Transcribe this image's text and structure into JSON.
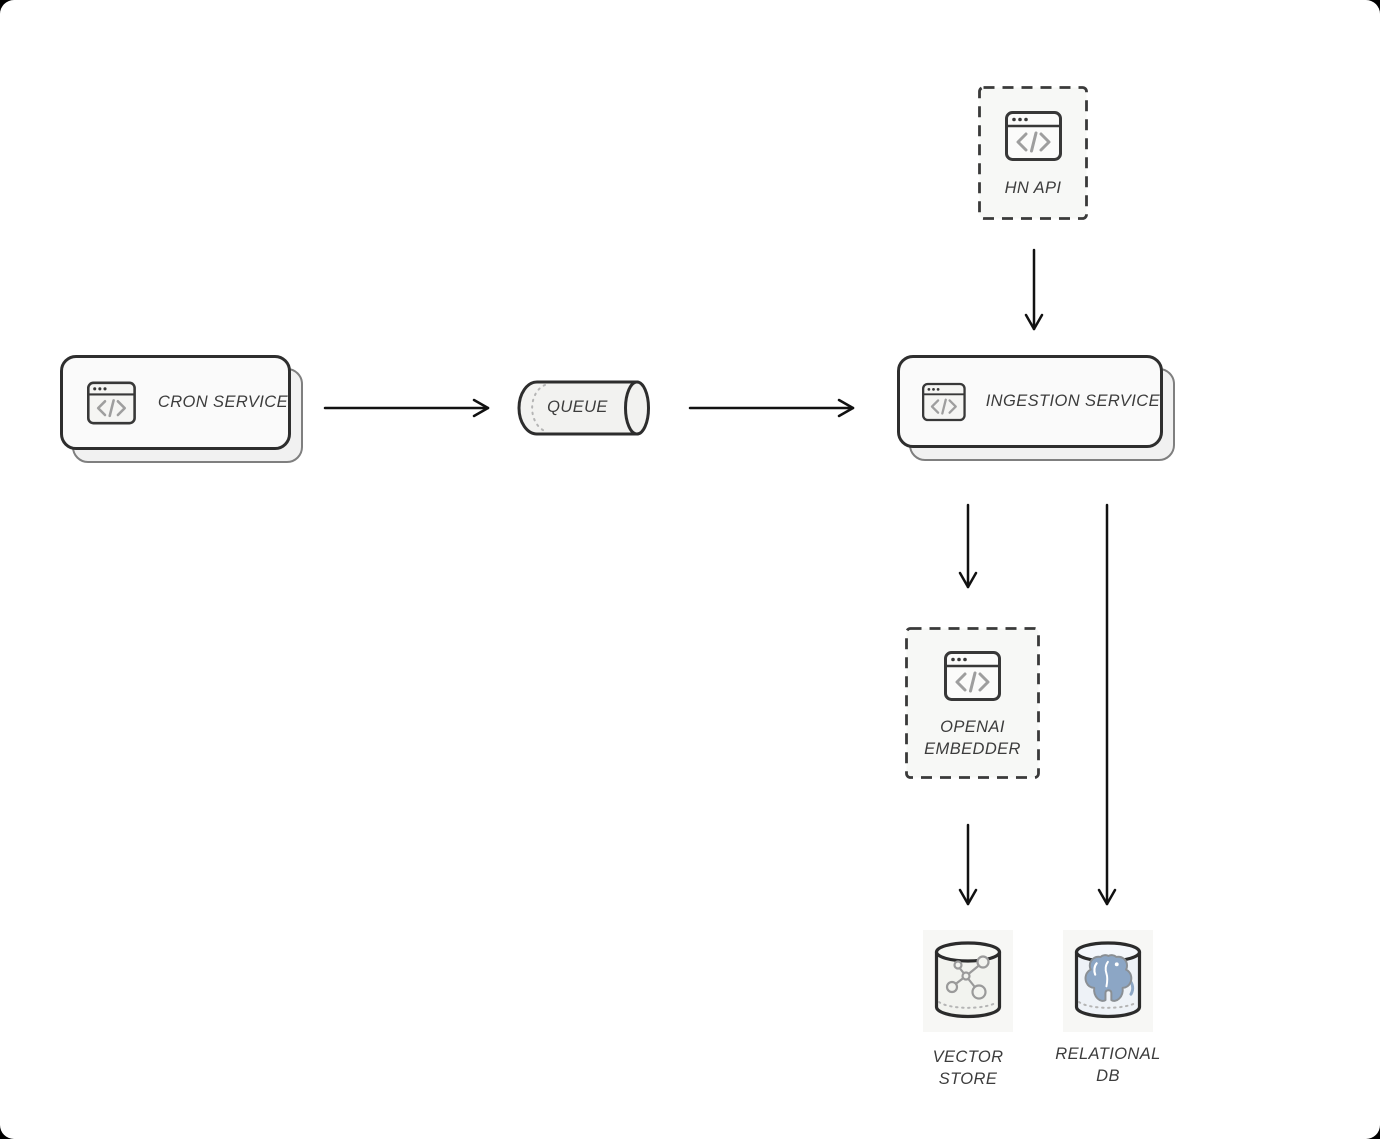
{
  "diagram": {
    "nodes": {
      "cron_service": {
        "label": "CRON SERVICE",
        "icon": "code-window-icon",
        "shape": "stacked-card"
      },
      "queue": {
        "label": "QUEUE",
        "icon": "horizontal-cylinder",
        "shape": "queue-cylinder"
      },
      "hn_api": {
        "label": "HN API",
        "icon": "code-window-icon",
        "shape": "dashed-card"
      },
      "ingestion_service": {
        "label": "INGESTION SERVICE",
        "icon": "code-window-icon",
        "shape": "stacked-card"
      },
      "openai_embedder": {
        "label": "OPENAI EMBEDDER",
        "icon": "code-window-icon",
        "shape": "dashed-card"
      },
      "vector_store": {
        "label": "VECTOR STORE",
        "icon": "vector-network-icon",
        "shape": "database-cylinder"
      },
      "relational_db": {
        "label": "RELATIONAL DB",
        "icon": "postgresql-elephant-icon",
        "shape": "database-cylinder"
      }
    },
    "edges": [
      {
        "from": "cron_service",
        "to": "queue"
      },
      {
        "from": "queue",
        "to": "ingestion_service"
      },
      {
        "from": "hn_api",
        "to": "ingestion_service"
      },
      {
        "from": "ingestion_service",
        "to": "openai_embedder"
      },
      {
        "from": "ingestion_service",
        "to": "relational_db"
      },
      {
        "from": "openai_embedder",
        "to": "vector_store"
      }
    ],
    "colors": {
      "background": "#ffffff",
      "box_border": "#2e2e2e",
      "box_fill": "#fafafa",
      "shadow_border": "#7f7f7f",
      "dashed_fill": "#f7f8f6",
      "icon_glyph_gray": "#9e9e9e",
      "label_text": "#3c3c3c",
      "arrow": "#111111",
      "dotted_rim": "#b5b5b5",
      "postgres_blue": "#8ca6c5"
    }
  }
}
